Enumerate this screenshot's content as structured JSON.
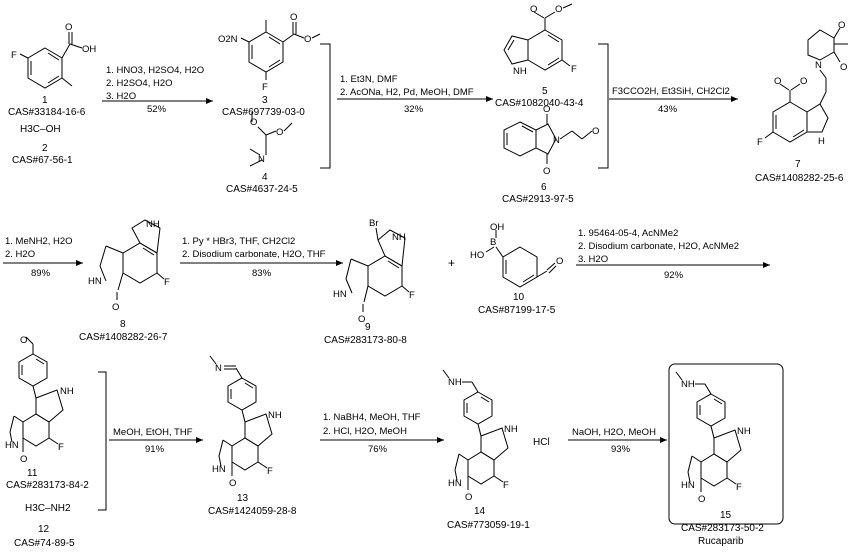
{
  "title": "",
  "compounds": [
    {
      "number": "1",
      "cas": "CAS#33184-16-6"
    },
    {
      "number": "2",
      "formula": "H3C–OH",
      "cas": "CAS#67-56-1"
    },
    {
      "number": "3",
      "cas": "CAS#697739-03-0"
    },
    {
      "number": "4",
      "cas": "CAS#4637-24-5"
    },
    {
      "number": "5",
      "cas": "CAS#1082040-43-4"
    },
    {
      "number": "6",
      "cas": "CAS#2913-97-5"
    },
    {
      "number": "7",
      "cas": "CAS#1408282-25-6"
    },
    {
      "number": "8",
      "cas": "CAS#1408282-26-7"
    },
    {
      "number": "9",
      "cas": "CAS#283173-80-8"
    },
    {
      "number": "10",
      "cas": "CAS#87199-17-5"
    },
    {
      "number": "11",
      "cas": "CAS#283173-84-2"
    },
    {
      "number": "12",
      "formula": "H3C–NH2",
      "cas": "CAS#74-89-5"
    },
    {
      "number": "13",
      "cas": "CAS#1424059-28-8"
    },
    {
      "number": "14",
      "cas": "CAS#773059-19-1"
    },
    {
      "number": "15",
      "cas": "CAS#283173-50-2",
      "name": "Rucaparib"
    }
  ],
  "steps": [
    {
      "conditions": [
        "1. HNO3, H2SO4, H2O",
        "2. H2SO4, H2O",
        "3. H2O"
      ],
      "yield": "52%"
    },
    {
      "conditions": [
        "1. Et3N, DMF",
        "2. AcONa, H2, Pd, MeOH, DMF"
      ],
      "yield": "32%"
    },
    {
      "conditions": [
        "F3CCO2H, Et3SiH, CH2Cl2"
      ],
      "yield": "43%"
    },
    {
      "conditions": [
        "1. MeNH2, H2O",
        "2. H2O"
      ],
      "yield": "89%"
    },
    {
      "conditions": [
        "1. Py * HBr3, THF, CH2Cl2",
        "2. Disodium carbonate, H2O, THF"
      ],
      "yield": "83%"
    },
    {
      "conditions": [
        "1. 95464-05-4, AcNMe2",
        "2. Disodium carbonate,  H2O, AcNMe2",
        "3. H2O"
      ],
      "yield": "92%"
    },
    {
      "conditions": [
        "MeOH, EtOH, THF"
      ],
      "yield": "91%"
    },
    {
      "conditions": [
        "1. NaBH4, MeOH, THF",
        "2. HCl, H2O, MeOH"
      ],
      "yield": "76%"
    },
    {
      "conditions": [
        "NaOH, H2O, MeOH"
      ],
      "yield": "93%"
    }
  ],
  "plus_sign": "+",
  "salt_label": "HCl",
  "atom_labels": {
    "F": "F",
    "O": "O",
    "OH": "OH",
    "HO": "HO",
    "O2N": "O2N",
    "N": "N",
    "NH": "NH",
    "HN": "HN",
    "H": "H",
    "Br": "Br",
    "B": "B"
  }
}
